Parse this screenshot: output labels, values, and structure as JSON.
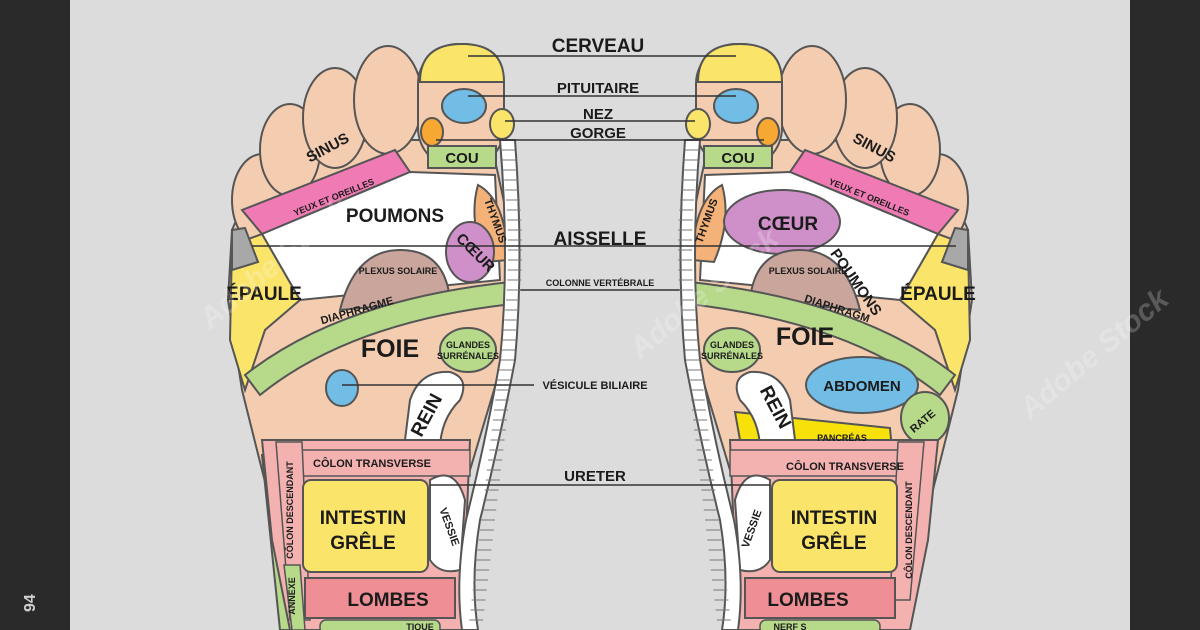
{
  "side_id": "94",
  "watermark": "Adobe Stock",
  "labels": {
    "cerveau": "CERVEAU",
    "pituitaire": "PITUITAIRE",
    "nez": "NEZ",
    "gorge": "GORGE",
    "cou": "COU",
    "sinus": "SINUS",
    "yeux_oreilles": "YEUX ET OREILLES",
    "poumons": "POUMONS",
    "thymus": "THYMUS",
    "coeur": "CŒUR",
    "aisselle": "AISSELLE",
    "epaule": "ÉPAULE",
    "plexus": "PLEXUS SOLAIRE",
    "colonne": "COLONNE VERTÉBRALE",
    "diaphragme_left": "DIAPHRAGME",
    "diaphragme_right": "DIAPHRAGM",
    "foie": "FOIE",
    "glandes_1": "GLANDES",
    "glandes_2": "SURRÉNALES",
    "vesicule": "VÉSICULE BILIAIRE",
    "abdomen": "ABDOMEN",
    "rein": "REIN",
    "rate": "RATE",
    "pancreas": "PANCRÉAS",
    "colon_transverse": "CÔLON TRANSVERSE",
    "colon_descendant": "CÔLON DESCENDANT",
    "ureter": "URETER",
    "intestin_1": "INTESTIN",
    "intestin_2": "GRÊLE",
    "vessie": "VESSIE",
    "annexe": "ANNEXE",
    "lombes": "LOMBES",
    "bottom_left": "TIQUE",
    "bottom_right": "NERF S"
  },
  "colors": {
    "background": "#dcdcdc",
    "frame": "#2a2a2a",
    "skin": "#f4cdb0",
    "yellow": "#fbe46a",
    "blue": "#71bde5",
    "orange": "#f7a832",
    "green": "#b6d98a",
    "pink_band": "#ef7ab4",
    "purple": "#cf90c9",
    "thymus": "#f4b279",
    "plexus": "#c9a59b",
    "lower_pink": "#f3b2b0",
    "spine": "#ffffff"
  }
}
